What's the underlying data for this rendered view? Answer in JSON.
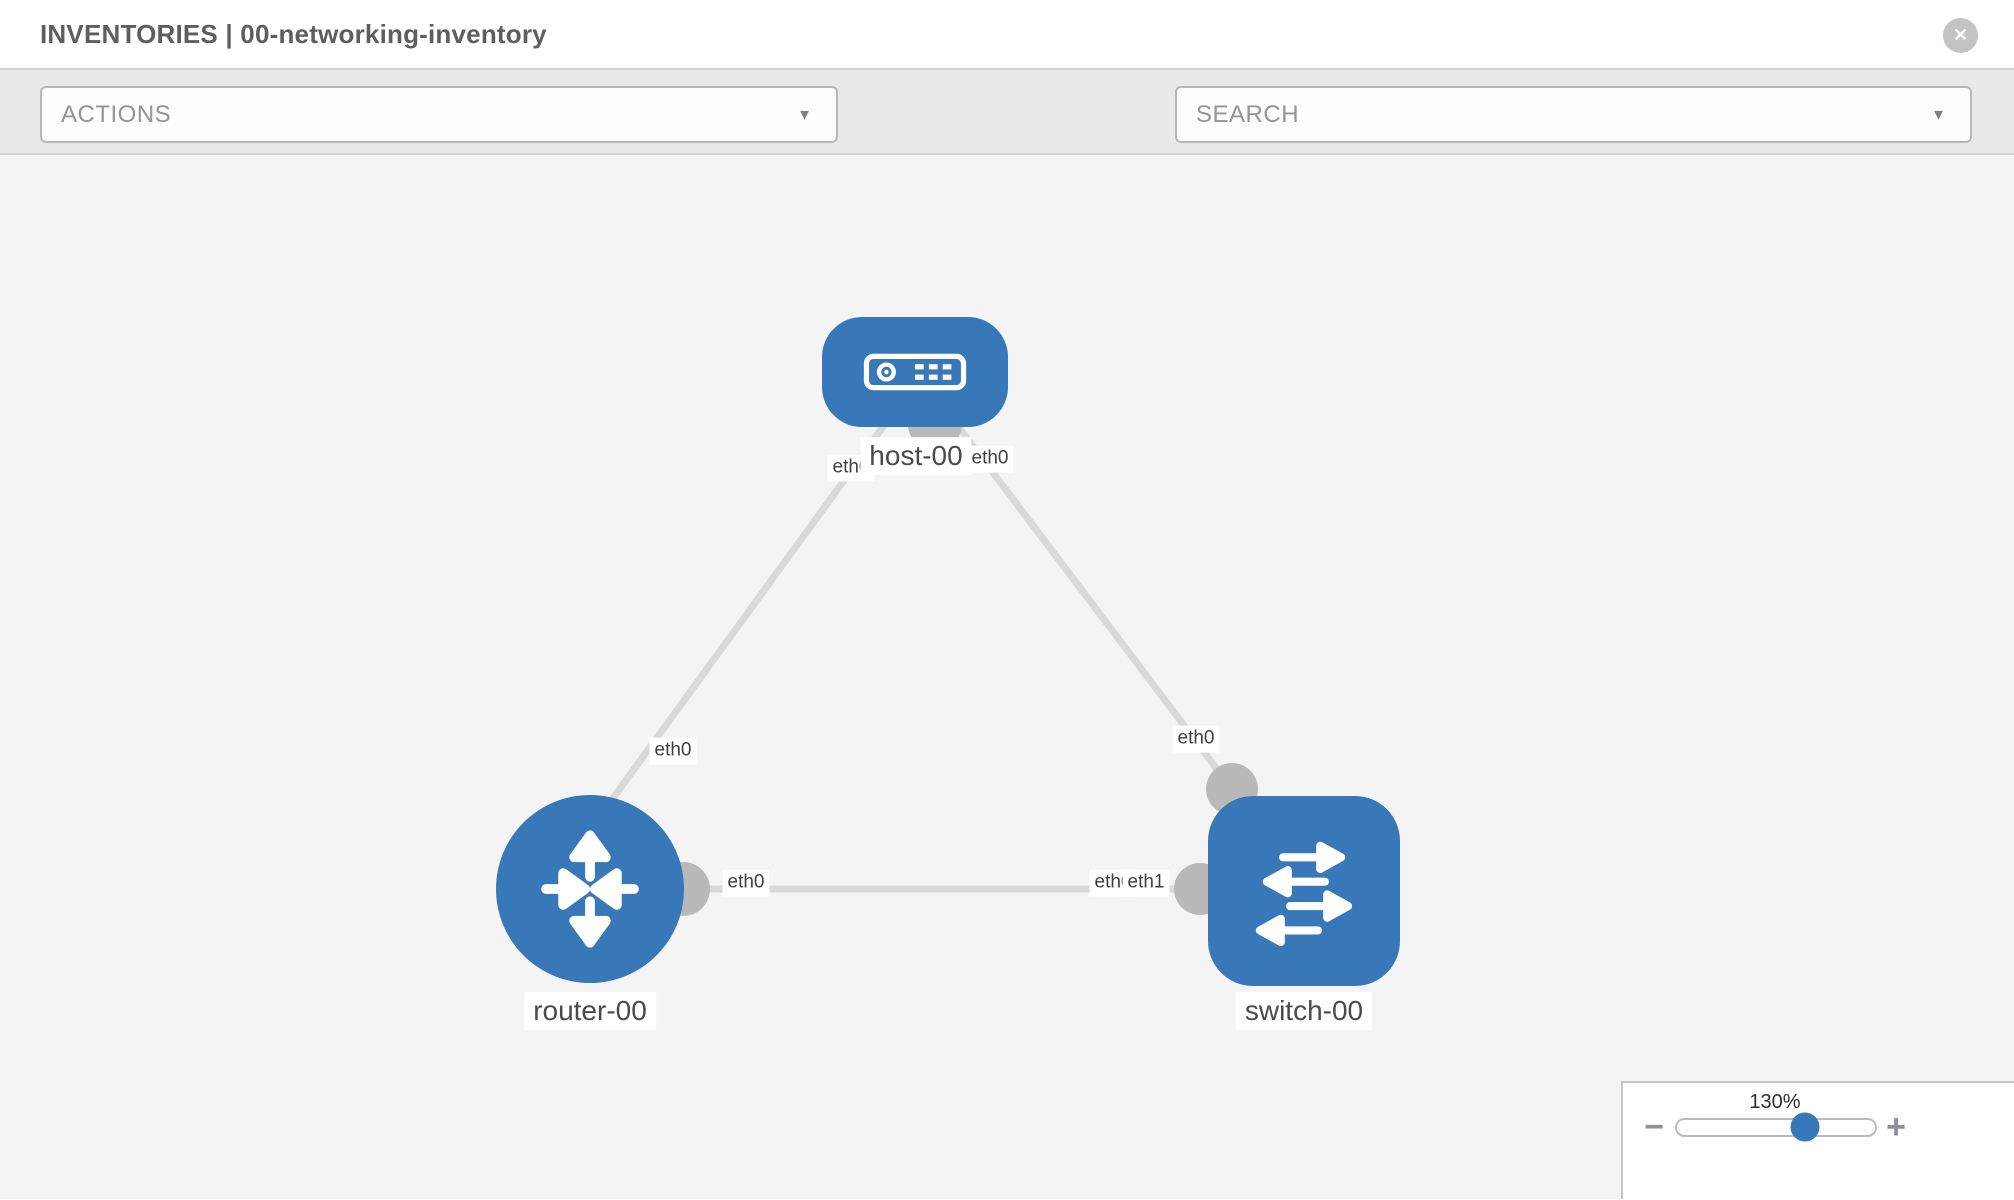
{
  "header": {
    "title": "INVENTORIES | 00-networking-inventory",
    "close_glyph": "✕"
  },
  "toolbar": {
    "actions_label": "ACTIONS",
    "actions_chevron": "▼",
    "search_label": "SEARCH",
    "search_chevron": "▼"
  },
  "topology": {
    "nodes": [
      {
        "label": "host-00",
        "type": "host"
      },
      {
        "label": "router-00",
        "type": "router"
      },
      {
        "label": "switch-00",
        "type": "switch"
      }
    ],
    "links": [
      {
        "from": "host-00",
        "to": "router-00",
        "from_label": "eth0",
        "to_label": "eth0"
      },
      {
        "from": "host-00",
        "to": "switch-00",
        "from_label": "eth0",
        "to_label": "eth0"
      },
      {
        "from": "router-00",
        "to": "switch-00",
        "from_label": "eth0",
        "to_label": "eth1"
      }
    ],
    "interface_labels": {
      "host_to_router_at_host": "eth0",
      "host_to_router_at_router": "eth0",
      "host_to_switch_at_host": "eth0",
      "host_to_switch_at_switch": "eth0",
      "router_to_switch_at_router": "eth0",
      "router_to_switch_at_switch_behind": "eth0",
      "router_to_switch_at_switch": "eth1"
    }
  },
  "zoom_control": {
    "level": "130%",
    "minus_glyph": "−",
    "plus_glyph": "+"
  },
  "colors": {
    "node_blue": "#3878b8",
    "link_gray": "#d9d9d9",
    "port_gray": "#b9b9b9",
    "toolbar_gray": "#e9e9e9",
    "canvas_gray": "#f4f4f4"
  }
}
